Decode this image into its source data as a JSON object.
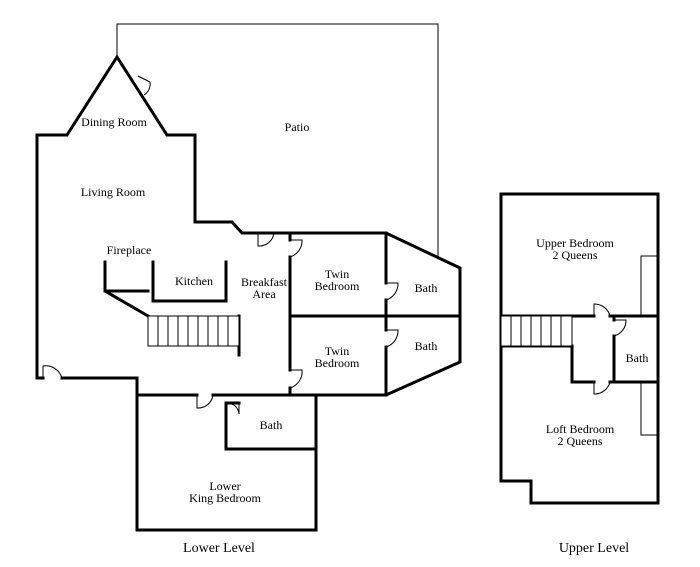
{
  "rooms": {
    "dining_room": "Dining Room",
    "patio": "Patio",
    "living_room": "Living Room",
    "fireplace": "Fireplace",
    "kitchen": "Kitchen",
    "breakfast_line1": "Breakfast",
    "breakfast_line2": "Area",
    "twin_bedroom_1_line1": "Twin",
    "twin_bedroom_1_line2": "Bedroom",
    "twin_bedroom_2_line1": "Twin",
    "twin_bedroom_2_line2": "Bedroom",
    "bath_1": "Bath",
    "bath_2": "Bath",
    "bath_lower": "Bath",
    "lower_king_line1": "Lower",
    "lower_king_line2": "King Bedroom",
    "upper_bedroom_line1": "Upper Bedroom",
    "upper_bedroom_line2": "2 Queens",
    "bath_upper": "Bath",
    "loft_bedroom_line1": "Loft Bedroom",
    "loft_bedroom_line2": "2 Queens"
  },
  "levels": {
    "lower": "Lower Level",
    "upper": "Upper Level"
  }
}
